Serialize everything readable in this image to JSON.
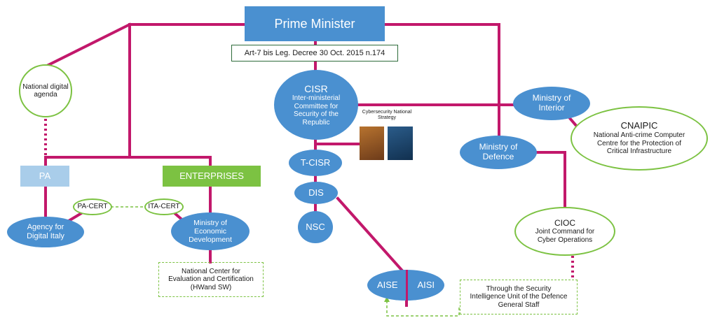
{
  "nodes": {
    "prime_minister": "Prime Minister",
    "decree": "Art-7 bis Leg. Decree 30 Oct. 2015 n.174",
    "cisr_title": "CISR",
    "cisr_sub": "Inter-ministerial Committee for Security of the Republic",
    "strategy_label": "Cybersecurity National Strategy",
    "t_cisr": "T-CISR",
    "dis": "DIS",
    "nsc": "NSC",
    "aise": "AISE",
    "aisi": "AISI",
    "national_digital_agenda": "National digital agenda",
    "pa": "PA",
    "enterprises": "ENTERPRISES",
    "pa_cert": "PA-CERT",
    "ita_cert": "ITA-CERT",
    "agency_digital_italy": "Agency for Digital Italy",
    "ministry_economic_dev": "Ministry of Economic Development",
    "national_center_eval": "National Center for Evaluation and Certification (HWand SW)",
    "ministry_interior": "Ministry of Interior",
    "ministry_defence": "Ministry of Defence",
    "cnaipic_title": "CNAIPIC",
    "cnaipic_sub": "National Anti-crime Computer Centre for the Protection of Critical Infrastructure",
    "cioc_title": "CIOC",
    "cioc_sub": "Joint Command for Cyber Operations",
    "security_unit": "Through the Security Intelligence Unit of the Defence General Staff"
  },
  "colors": {
    "line": "#c2186b",
    "blue": "#4a90d0",
    "light_blue": "#a9cdea",
    "green": "#7cc242",
    "dark_green": "#2e6b3a"
  }
}
